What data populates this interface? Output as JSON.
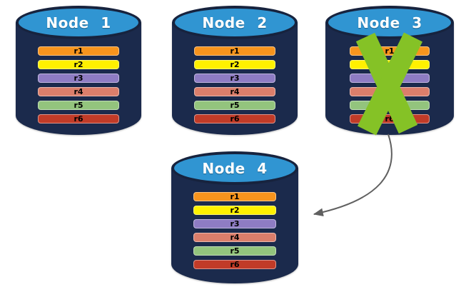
{
  "nodes": [
    {
      "id": "node-1",
      "label": "Node 1",
      "failed": false
    },
    {
      "id": "node-2",
      "label": "Node 2",
      "failed": false
    },
    {
      "id": "node-3",
      "label": "Node 3",
      "failed": true
    },
    {
      "id": "node-4",
      "label": "Node 4",
      "failed": false
    }
  ],
  "replicas": [
    {
      "label": "r1",
      "color": "#F7941D"
    },
    {
      "label": "r2",
      "color": "#FFF100"
    },
    {
      "label": "r3",
      "color": "#8E7CC3"
    },
    {
      "label": "r4",
      "color": "#DB7E6B"
    },
    {
      "label": "r5",
      "color": "#93C47D"
    },
    {
      "label": "r6",
      "color": "#C13B28"
    }
  ],
  "annotations": {
    "failure_x_on": "Node 3",
    "arrow": {
      "from": "Node 3",
      "to": "Node 4"
    }
  },
  "colors": {
    "cylinder_body": "#1B2A4C",
    "cylinder_top": "#3095D2",
    "cylinder_outline": "#17233E",
    "failure_x": "#85C226",
    "arrow": "#606060",
    "node_label_text": "#FFFFFF",
    "bar_text": "#000000",
    "background": "#FFFFFF"
  }
}
